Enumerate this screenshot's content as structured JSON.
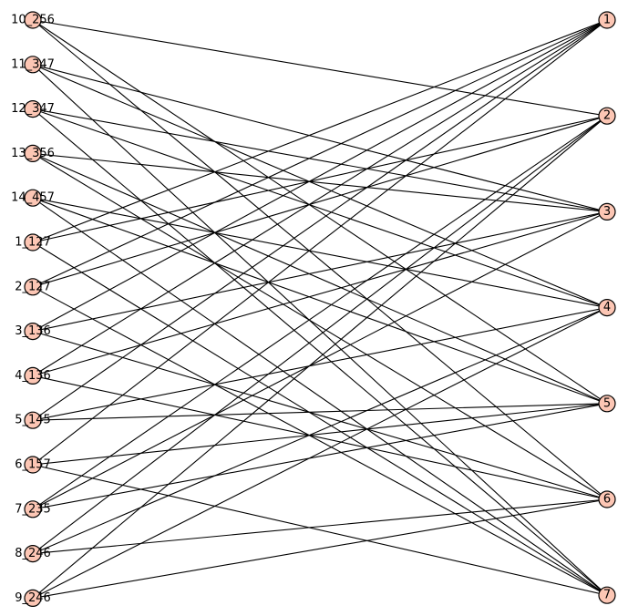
{
  "graph": {
    "node_color": "#fcc6b4",
    "edge_color": "#000000",
    "left_nodes": [
      "10_256",
      "11_347",
      "12_347",
      "13_356",
      "14_457",
      "1_127",
      "2_127",
      "3_136",
      "4_136",
      "5_145",
      "6_157",
      "7_235",
      "8_246",
      "9_246"
    ],
    "right_nodes": [
      "1",
      "2",
      "3",
      "4",
      "5",
      "6",
      "7"
    ]
  }
}
